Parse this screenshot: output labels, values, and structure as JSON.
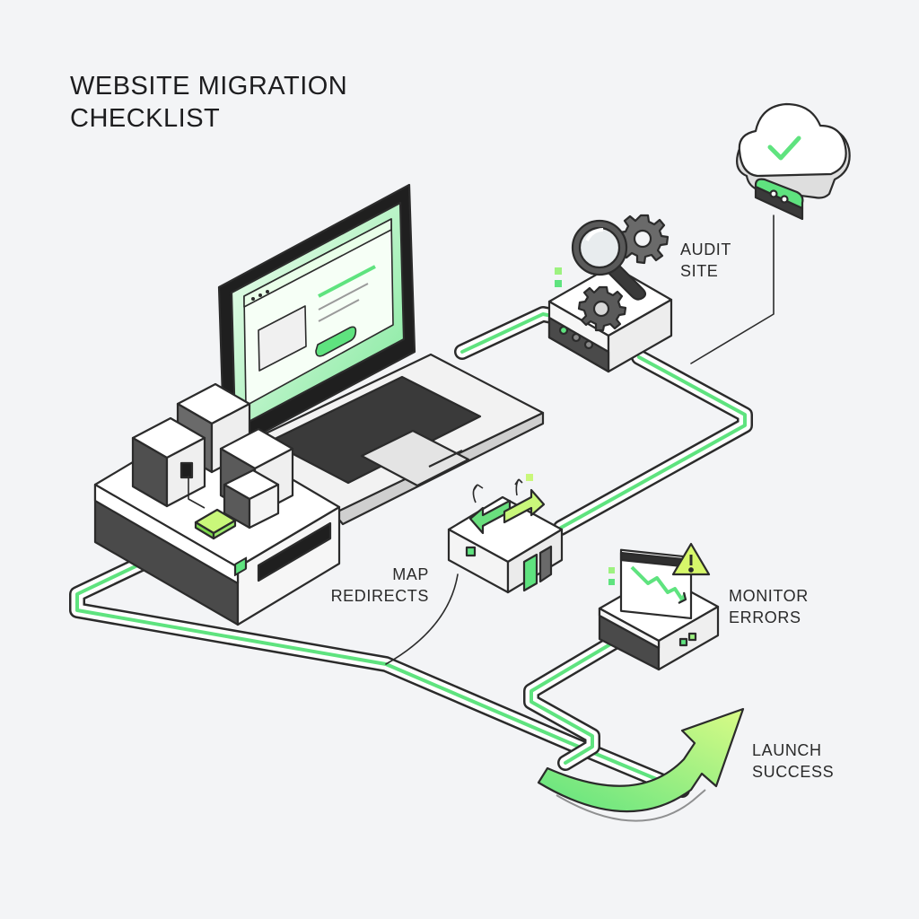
{
  "title": {
    "line1": "WEBSITE MIGRATION",
    "line2": "CHECKLIST"
  },
  "steps": {
    "audit": {
      "line1": "AUDIT",
      "line2": "SITE",
      "icon": "magnifier-gear-icon"
    },
    "redirects": {
      "line1": "MAP",
      "line2": "REDIRECTS",
      "icon": "swap-arrows-icon"
    },
    "monitor": {
      "line1": "MONITOR",
      "line2": "ERRORS",
      "icon": "warning-chart-icon"
    },
    "launch": {
      "line1": "LAUNCH",
      "line2": "SUCCESS",
      "icon": "growth-arrow-icon"
    }
  },
  "cloud": {
    "icon": "cloud-check-icon"
  },
  "colors": {
    "accent": "#5fe37f",
    "accent_light": "#c9f7a0",
    "outline": "#2b2b2b",
    "dark_box": "#4a4a4a",
    "background": "#f3f4f6"
  }
}
